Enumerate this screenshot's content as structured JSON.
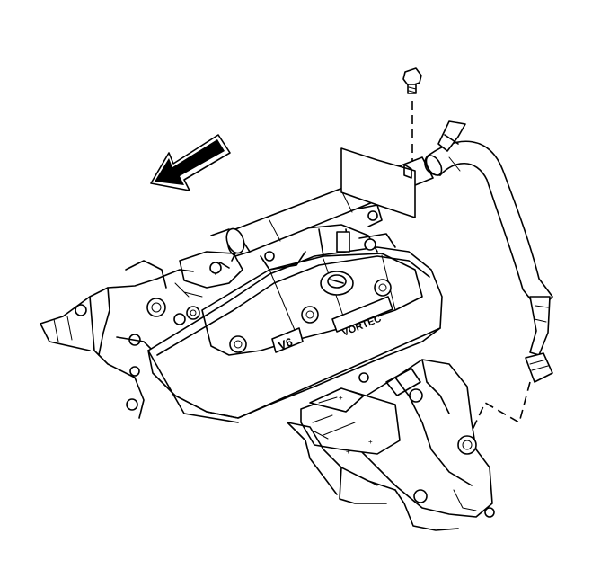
{
  "diagram": {
    "engine_badge": "V6",
    "brand_badge": "VORTEC",
    "direction_arrow": "front-of-vehicle-arrow",
    "icons": [
      "bolt-icon",
      "arrow-icon"
    ]
  }
}
